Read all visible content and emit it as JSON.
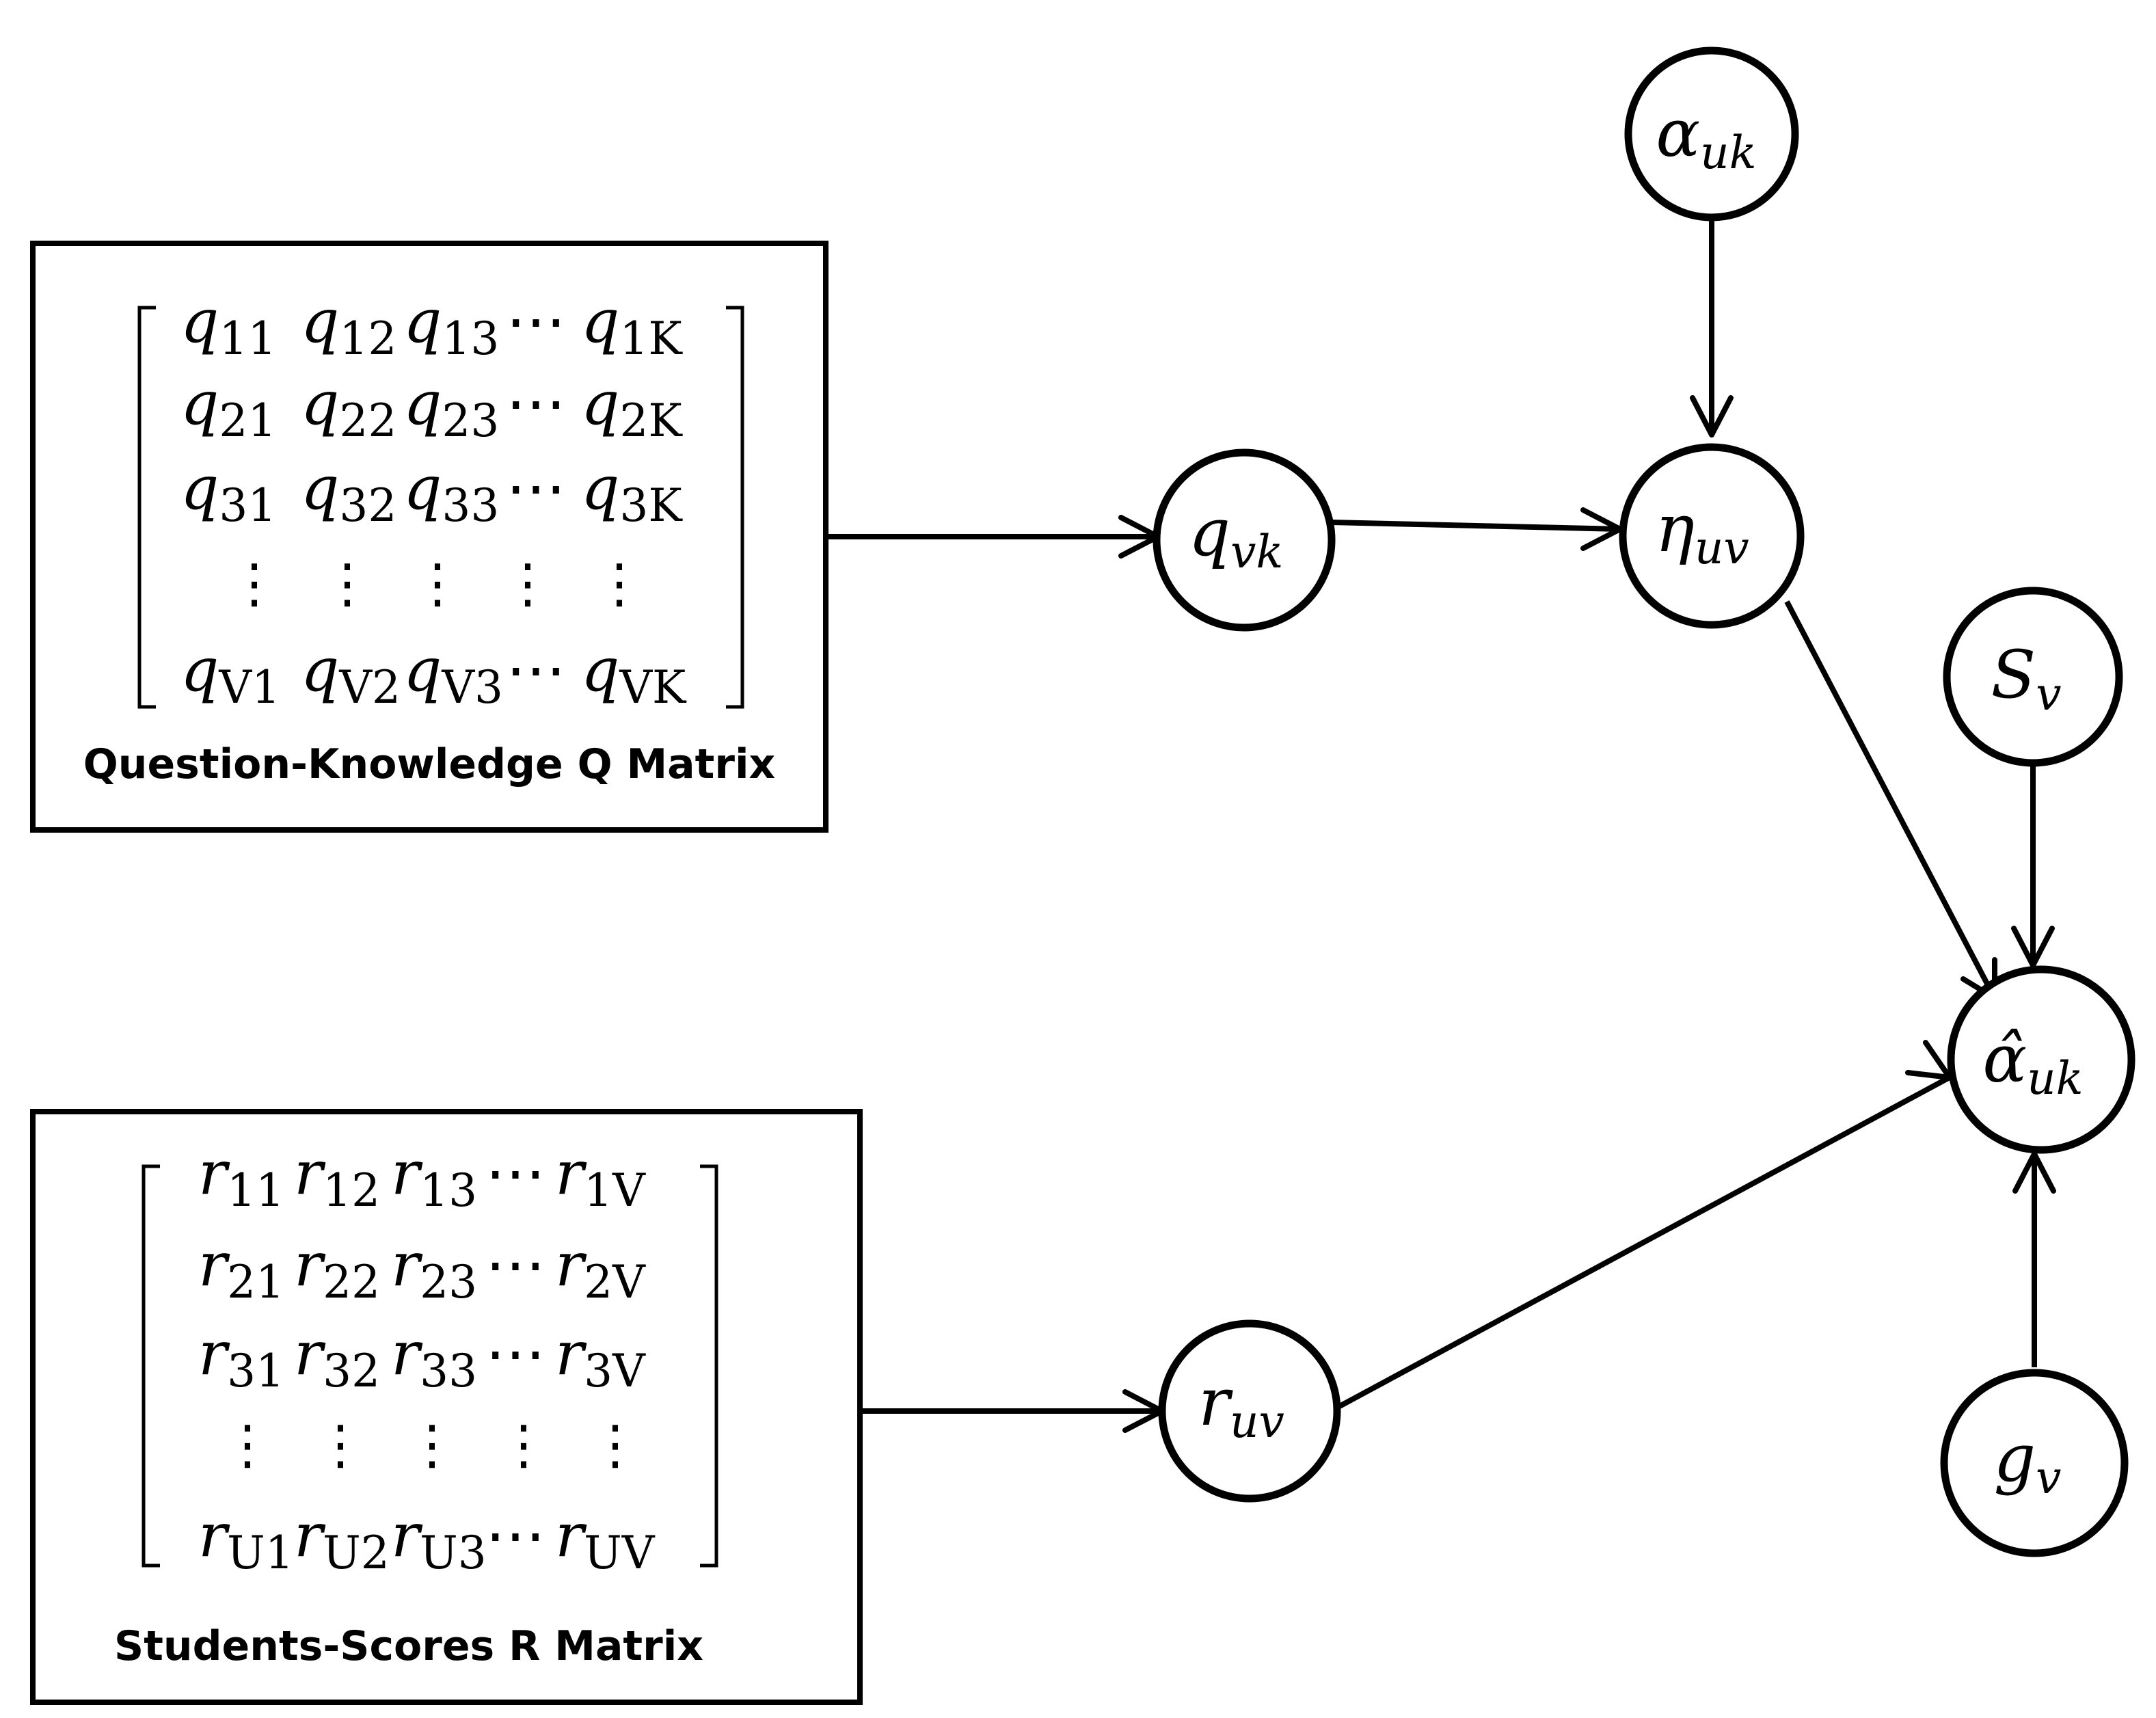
{
  "q_matrix": {
    "caption": "Question-Knowledge Q Matrix",
    "rows": [
      [
        [
          "q",
          "11"
        ],
        [
          "q",
          "12"
        ],
        [
          "q",
          "13"
        ],
        [
          "⋯",
          ""
        ],
        [
          "q",
          "1K"
        ]
      ],
      [
        [
          "q",
          "21"
        ],
        [
          "q",
          "22"
        ],
        [
          "q",
          "23"
        ],
        [
          "⋯",
          ""
        ],
        [
          "q",
          "2K"
        ]
      ],
      [
        [
          "q",
          "31"
        ],
        [
          "q",
          "32"
        ],
        [
          "q",
          "33"
        ],
        [
          "⋯",
          ""
        ],
        [
          "q",
          "3K"
        ]
      ],
      [
        [
          "q",
          "V1"
        ],
        [
          "q",
          "V2"
        ],
        [
          "q",
          "V3"
        ],
        [
          "⋯",
          ""
        ],
        [
          "q",
          "VK"
        ]
      ]
    ],
    "vdots": "⋮"
  },
  "r_matrix": {
    "caption": "Students-Scores R Matrix",
    "rows": [
      [
        [
          "r",
          "11"
        ],
        [
          "r",
          "12"
        ],
        [
          "r",
          "13"
        ],
        [
          "⋯",
          ""
        ],
        [
          "r",
          "1V"
        ]
      ],
      [
        [
          "r",
          "21"
        ],
        [
          "r",
          "22"
        ],
        [
          "r",
          "23"
        ],
        [
          "⋯",
          ""
        ],
        [
          "r",
          "2V"
        ]
      ],
      [
        [
          "r",
          "31"
        ],
        [
          "r",
          "32"
        ],
        [
          "r",
          "33"
        ],
        [
          "⋯",
          ""
        ],
        [
          "r",
          "3V"
        ]
      ],
      [
        [
          "r",
          "U1"
        ],
        [
          "r",
          "U2"
        ],
        [
          "r",
          "U3"
        ],
        [
          "⋯",
          ""
        ],
        [
          "r",
          "UV"
        ]
      ]
    ],
    "vdots": "⋮"
  },
  "nodes": {
    "alpha_uk": {
      "base": "α",
      "sub": "uk"
    },
    "q_vk": {
      "base": "q",
      "sub": "vk"
    },
    "eta_uv": {
      "base": "η",
      "sub": "uv"
    },
    "s_v": {
      "base": "S",
      "sub": "v"
    },
    "alpha_hat_uk": {
      "base": "α̂",
      "sub": "uk"
    },
    "r_uv": {
      "base": "r",
      "sub": "uv"
    },
    "g_v": {
      "base": "g",
      "sub": "v"
    }
  }
}
